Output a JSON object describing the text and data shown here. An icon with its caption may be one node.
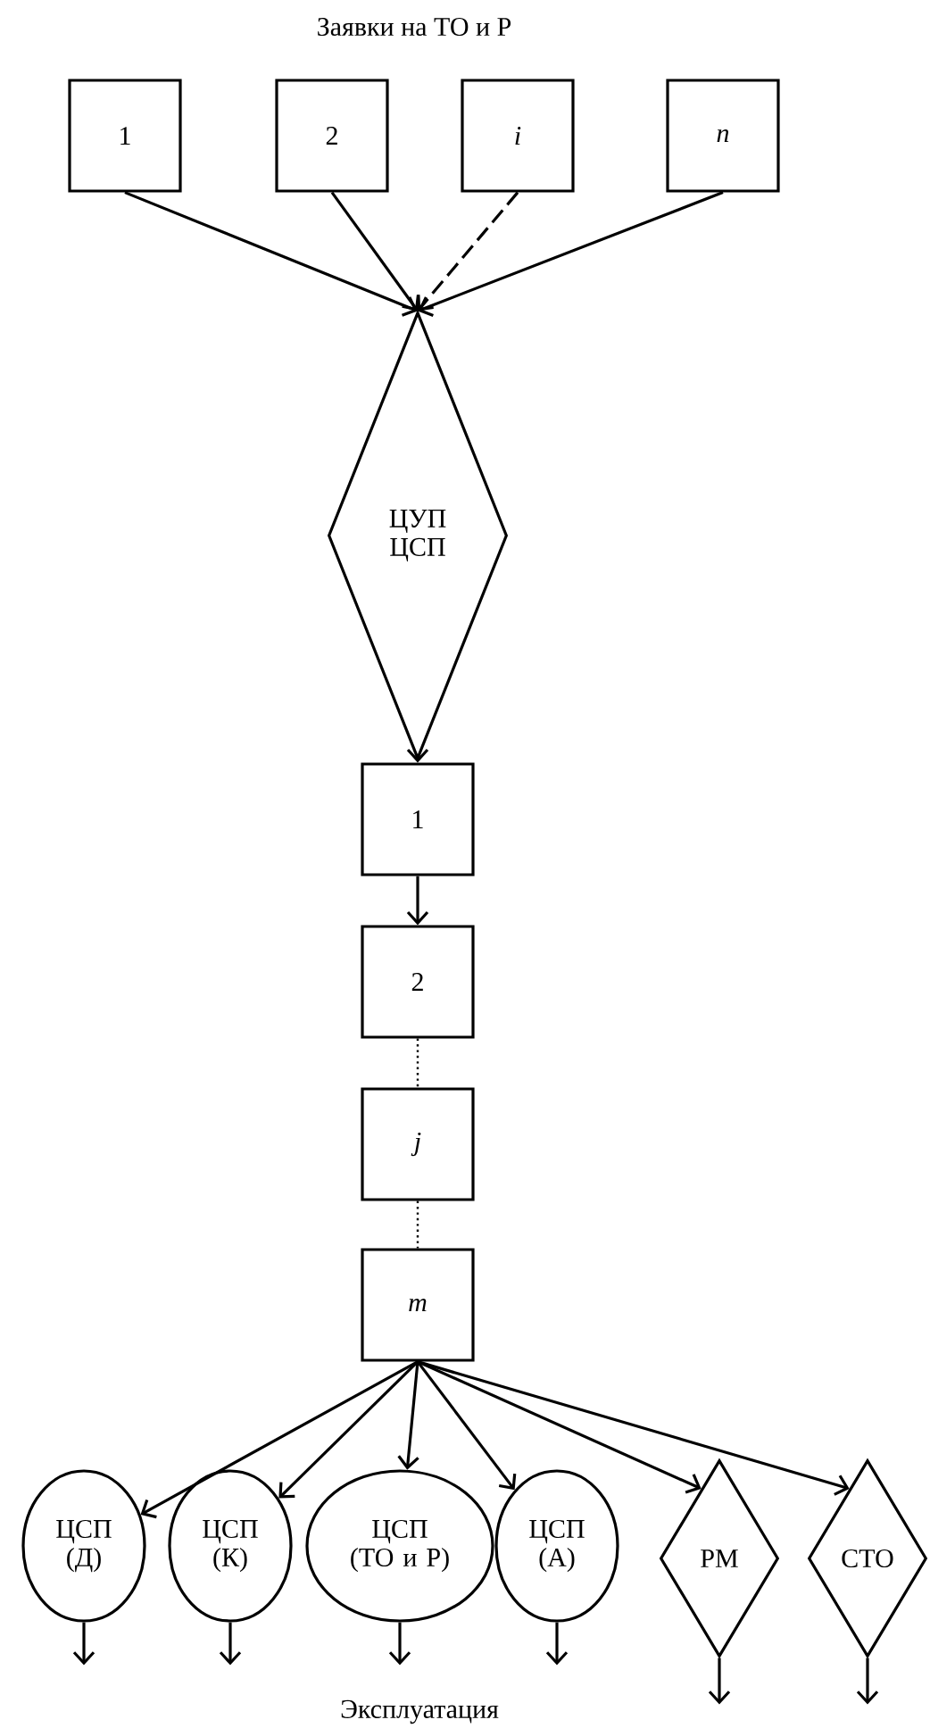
{
  "diagram": {
    "title": "Заявки на ТО и Р",
    "nodes": [
      {
        "text": [
          "1"
        ]
      },
      {
        "text": [
          "2"
        ]
      },
      {
        "text": [
          "i"
        ]
      },
      {
        "text": [
          "n"
        ]
      },
      {
        "text": [
          "ЦУП ЦСП"
        ]
      },
      {
        "text": [
          "1"
        ]
      },
      {
        "text": [
          "2"
        ]
      },
      {
        "text": [
          "j"
        ]
      },
      {
        "text": [
          "m"
        ]
      },
      {
        "text": [
          "ЦСП (Д)"
        ]
      },
      {
        "text": [
          "ЦСП (К)"
        ]
      },
      {
        "text": [
          "ЦСП (ТО и Р)"
        ]
      },
      {
        "text": [
          "ЦСП (А)"
        ]
      },
      {
        "text": [
          "РМ"
        ]
      },
      {
        "text": [
          "СТО"
        ]
      }
    ],
    "edges": [
      {
        "from": 0,
        "to": 4,
        "arrow": "to"
      },
      {
        "from": 1,
        "to": 4,
        "arrow": "to"
      },
      {
        "from": 2,
        "to": 4,
        "arrow": "to",
        "style": "dashed"
      },
      {
        "from": 3,
        "to": 4,
        "arrow": "to"
      },
      {
        "from": 4,
        "to": 5,
        "arrow": "to"
      },
      {
        "from": 5,
        "to": 6,
        "arrow": "to"
      },
      {
        "from": 6,
        "to": 7,
        "arrow": "none",
        "style": "dashed"
      },
      {
        "from": 7,
        "to": 8,
        "arrow": "none",
        "style": "dashed"
      },
      {
        "from": 8,
        "to": 9,
        "arrow": "to"
      },
      {
        "from": 8,
        "to": 10,
        "arrow": "to"
      },
      {
        "from": 8,
        "to": 11,
        "arrow": "to"
      },
      {
        "from": 8,
        "to": 12,
        "arrow": "to"
      },
      {
        "from": 8,
        "to": 13,
        "arrow": "to"
      },
      {
        "from": 8,
        "to": 14,
        "arrow": "to"
      },
      {
        "from": 9,
        "to": null,
        "arrow": "to"
      },
      {
        "from": 10,
        "to": null,
        "arrow": "to"
      },
      {
        "from": 11,
        "to": null,
        "arrow": "to"
      },
      {
        "from": 12,
        "to": null,
        "arrow": "to"
      },
      {
        "from": 13,
        "to": null,
        "arrow": "to"
      },
      {
        "from": 14,
        "to": null,
        "arrow": "to"
      }
    ],
    "labels": [
      "Эксплуатация"
    ]
  }
}
